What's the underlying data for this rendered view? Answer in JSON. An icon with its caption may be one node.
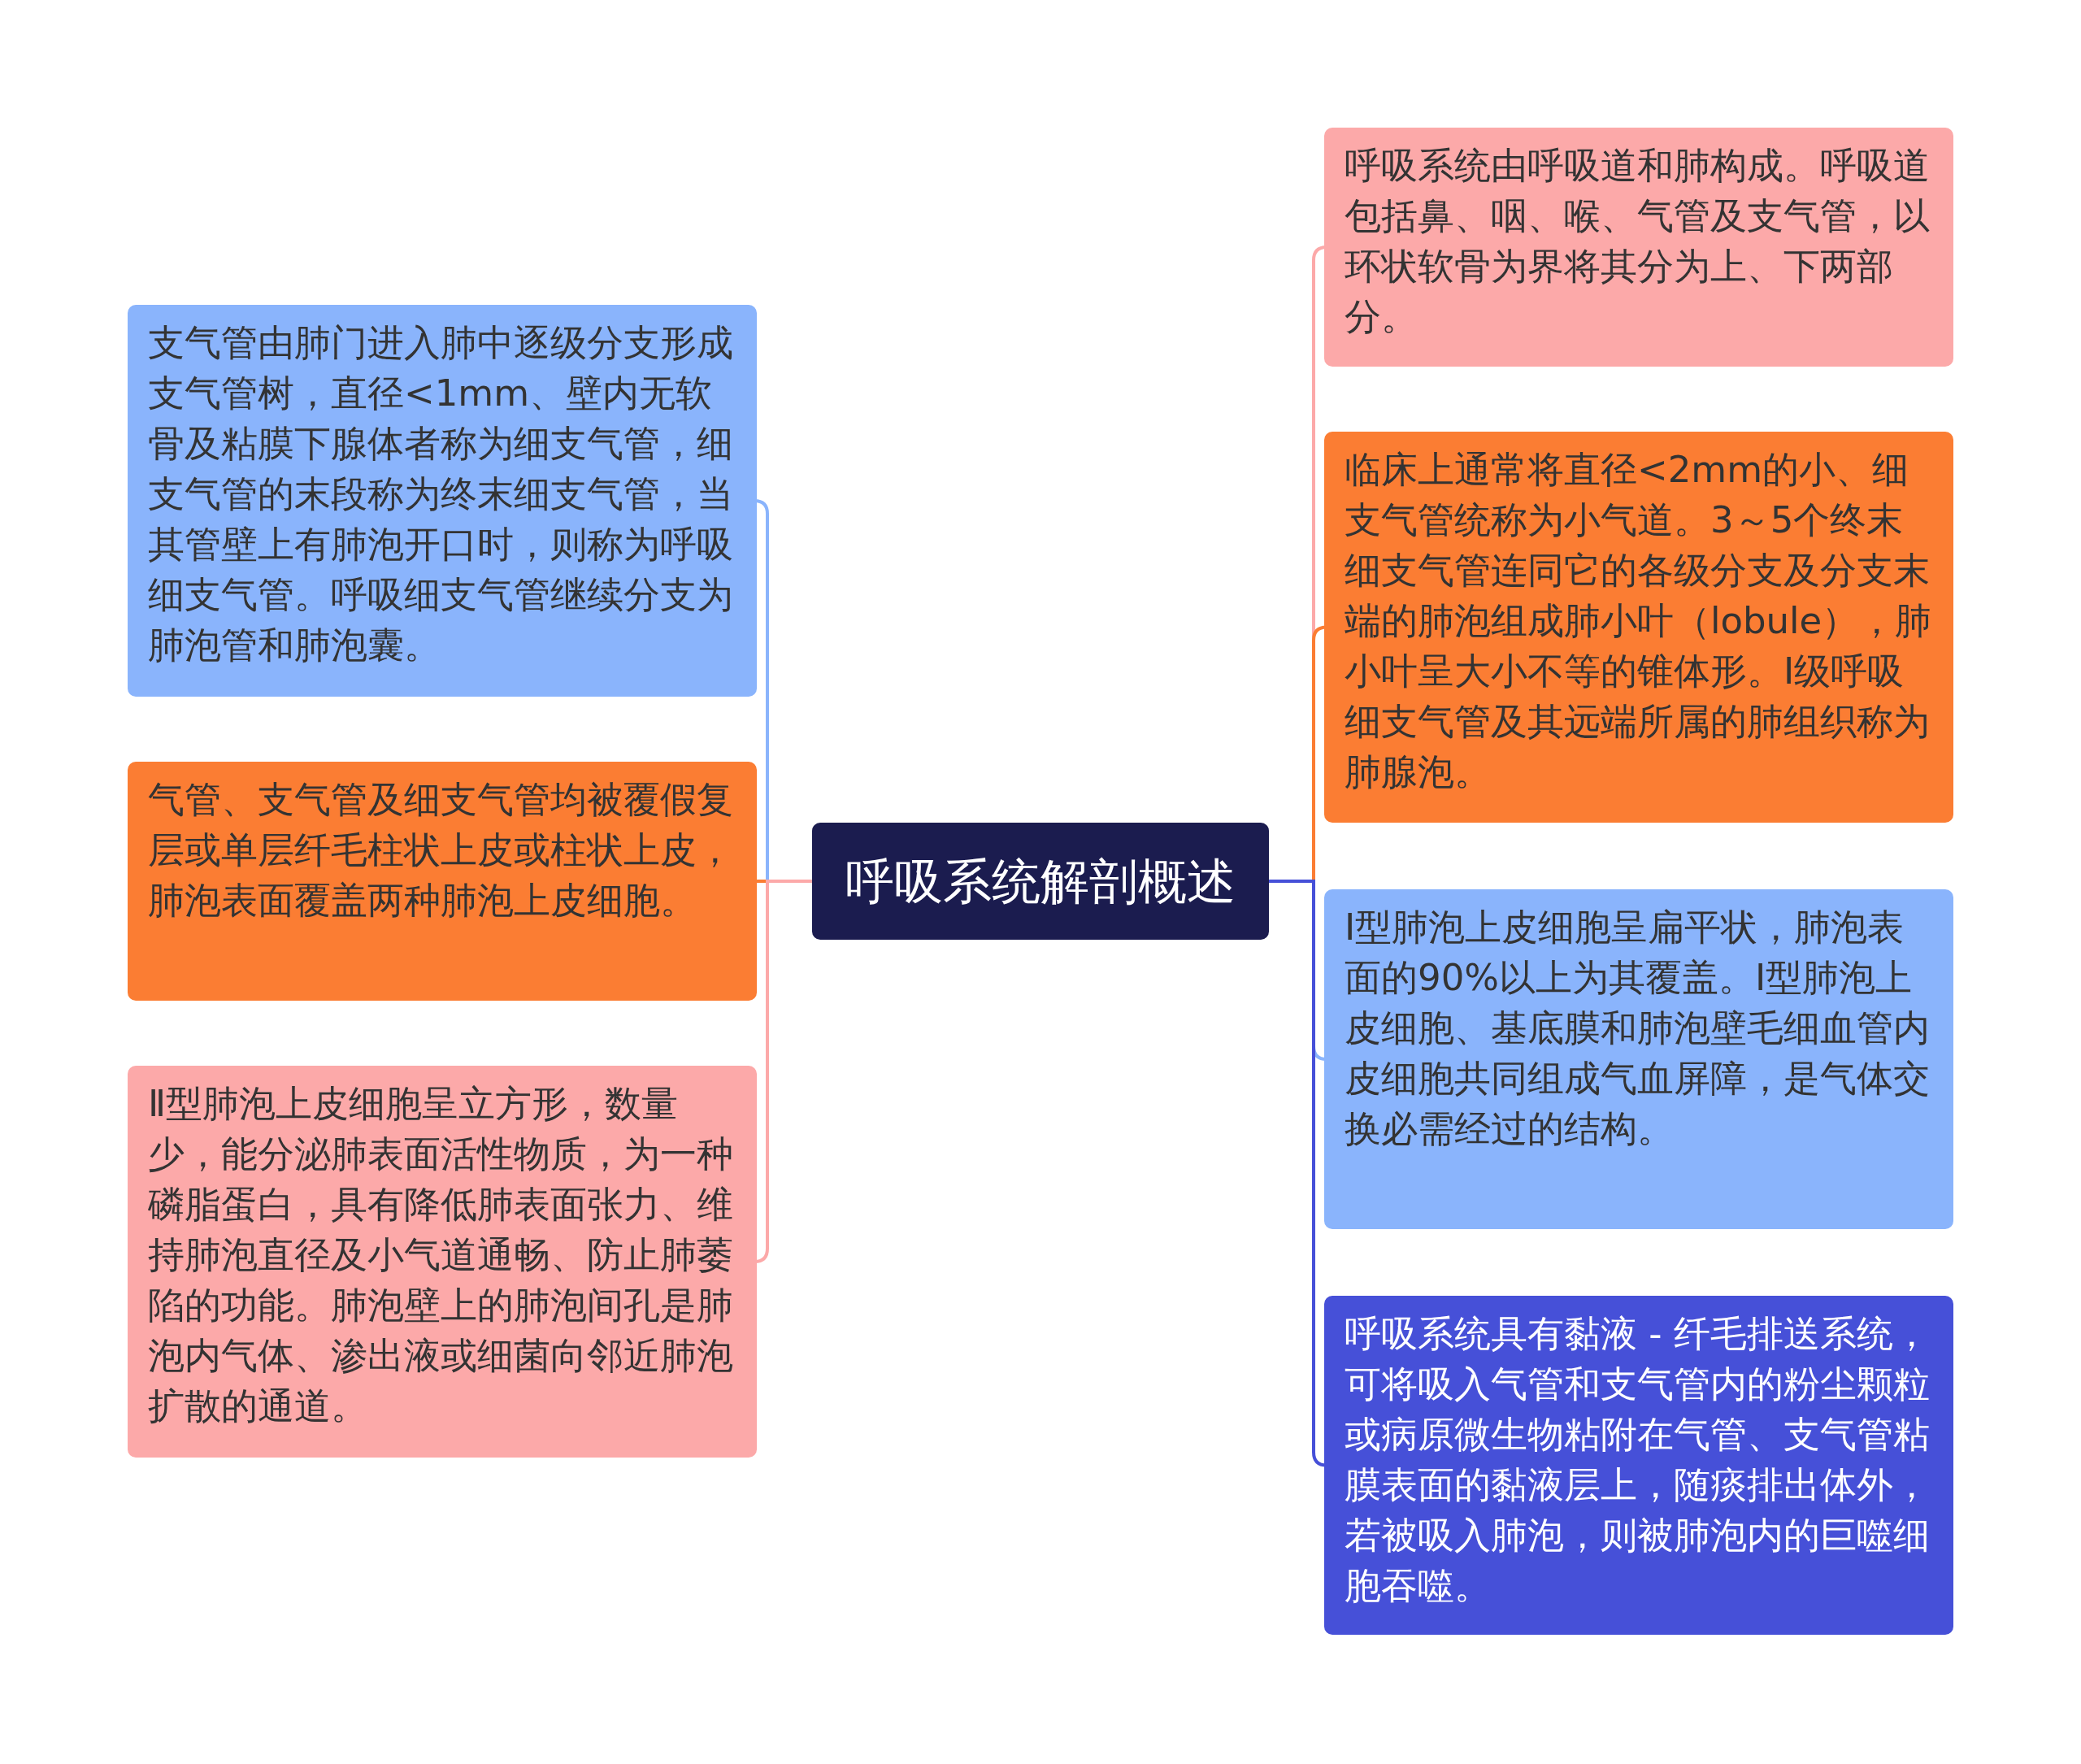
{
  "diagram": {
    "nodes": [
      {
        "text": [
          "呼吸系统解剖概述"
        ]
      },
      {
        "text": [
          "支气管由肺门进入肺中逐级分支形成支气管树，直径<1mm、壁内无软骨及粘膜下腺体者称为细支气管，细支气管的末段称为终末细支气管，当其管壁上有肺泡开口时，则称为呼吸细支气管。呼吸细支气管继续分支为肺泡管和肺泡囊。"
        ]
      },
      {
        "text": [
          "气管、支气管及细支气管均被覆假复层或单层纤毛柱状上皮或柱状上皮，肺泡表面覆盖两种肺泡上皮细胞。"
        ]
      },
      {
        "text": [
          "Ⅱ型肺泡上皮细胞呈立方形，数量少，能分泌肺表面活性物质，为一种磷脂蛋白，具有降低肺表面张力、维持肺泡直径及小气道通畅、防止肺萎陷的功能。肺泡壁上的肺泡间孔是肺泡内气体、渗出液或细菌向邻近肺泡扩散的通道。"
        ]
      },
      {
        "text": [
          "呼吸系统由呼吸道和肺构成。呼吸道包括鼻、咽、喉、气管及支气管，以环状软骨为界将其分为上、下两部分。"
        ]
      },
      {
        "text": [
          "临床上通常将直径<2mm的小、细支气管统称为小气道。3～5个终末细支气管连同它的各级分支及分支末端的肺泡组成肺小叶（lobule），肺小叶呈大小不等的锥体形。Ⅰ级呼吸细支气管及其远端所属的肺组织称为肺腺泡。"
        ]
      },
      {
        "text": [
          "Ⅰ型肺泡上皮细胞呈扁平状，肺泡表面的90%以上为其覆盖。Ⅰ型肺泡上皮细胞、基底膜和肺泡壁毛细血管内皮细胞共同组成气血屏障，是气体交换必需经过的结构。"
        ]
      },
      {
        "text": [
          "呼吸系统具有黏液 - 纤毛排送系统，可将吸入气管和支气管内的粉尘颗粒或病原微生物粘附在气管、支气管粘膜表面的黏液层上，随痰排出体外，若被吸入肺泡，则被肺泡内的巨噬细胞吞噬。"
        ]
      }
    ],
    "edges": [
      {
        "from": 0,
        "to": 1,
        "arrow": "none",
        "color": "#8ab4fc"
      },
      {
        "from": 0,
        "to": 2,
        "arrow": "none",
        "color": "#fb7d33"
      },
      {
        "from": 0,
        "to": 3,
        "arrow": "none",
        "color": "#fca9a9"
      },
      {
        "from": 0,
        "to": 4,
        "arrow": "none",
        "color": "#fca9a9"
      },
      {
        "from": 0,
        "to": 5,
        "arrow": "none",
        "color": "#fb7d33"
      },
      {
        "from": 0,
        "to": 6,
        "arrow": "none",
        "color": "#8ab4fc"
      },
      {
        "from": 0,
        "to": 7,
        "arrow": "none",
        "color": "#4650d8"
      }
    ]
  }
}
